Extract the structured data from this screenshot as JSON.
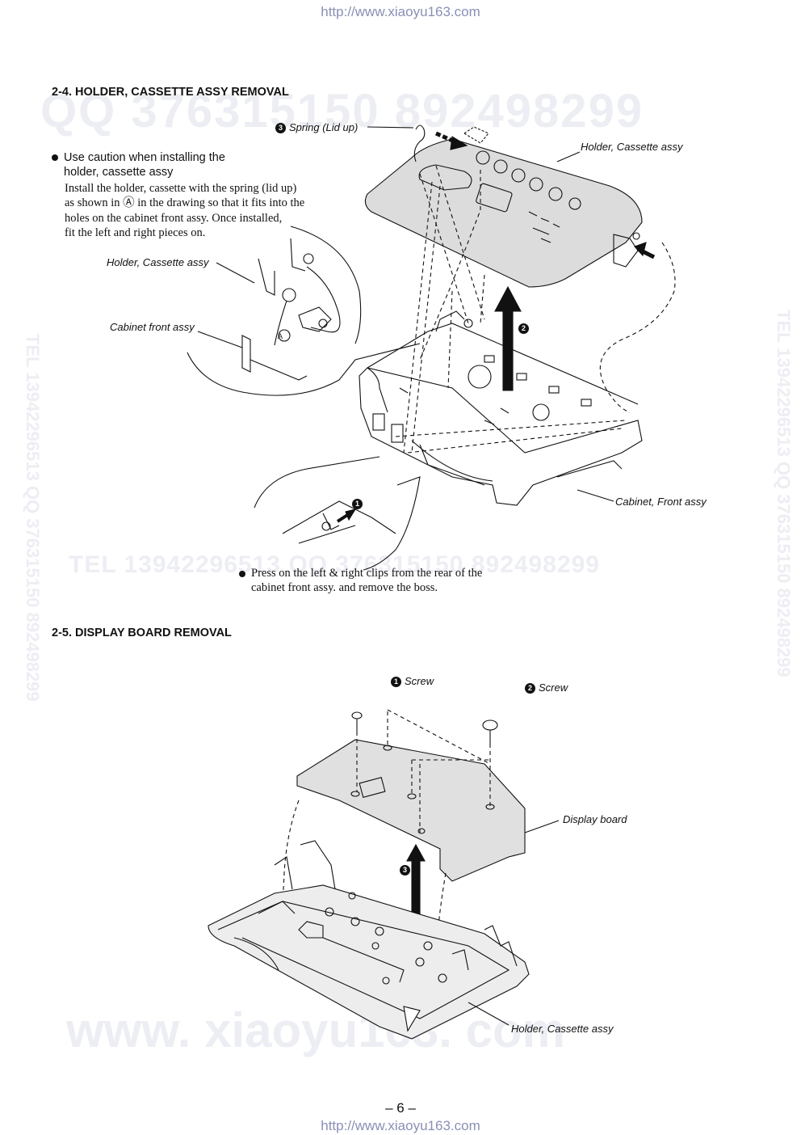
{
  "header_url": "http://www.xiaoyu163.com",
  "footer_url": "http://www.xiaoyu163.com",
  "watermarks": {
    "qq": "QQ 376315150   892498299",
    "tel_line": "TEL 13942296513    QQ 376315150  892498299",
    "side": "TEL 13942296513  QQ 376315150  892498299",
    "site": "www. xiaoyu163. com"
  },
  "section1": {
    "title": "2-4.  HOLDER, CASSETTE ASSY REMOVAL",
    "caution_title_1": "Use caution when installing the",
    "caution_title_2": "holder, cassette assy",
    "caution_lines": [
      "Install the holder, cassette with the spring (lid up)",
      "as shown in Ⓐ in the drawing so that it fits into the",
      "holes on the cabinet front assy. Once installed,",
      "fit the left and right pieces on."
    ],
    "labels": {
      "spring_num": "3",
      "spring": "Spring (Lid up)",
      "holder_top": "Holder, Cassette assy",
      "holder_inset": "Holder, Cassette assy",
      "cabinet_inset": "Cabinet front assy",
      "cabinet_front": "Cabinet, Front assy",
      "arrow2": "2",
      "arrow1": "1",
      "circle_a": "A"
    },
    "note_1": "Press on the left & right clips from the rear of the",
    "note_2": "cabinet front assy. and remove the boss."
  },
  "section2": {
    "title": "2-5. DISPLAY BOARD REMOVAL",
    "labels": {
      "screw1_num": "1",
      "screw1": "Screw",
      "screw2_num": "2",
      "screw2": "Screw",
      "display_board": "Display board",
      "arrow3": "3",
      "holder": "Holder, Cassette assy"
    }
  },
  "page_number": "– 6 –"
}
